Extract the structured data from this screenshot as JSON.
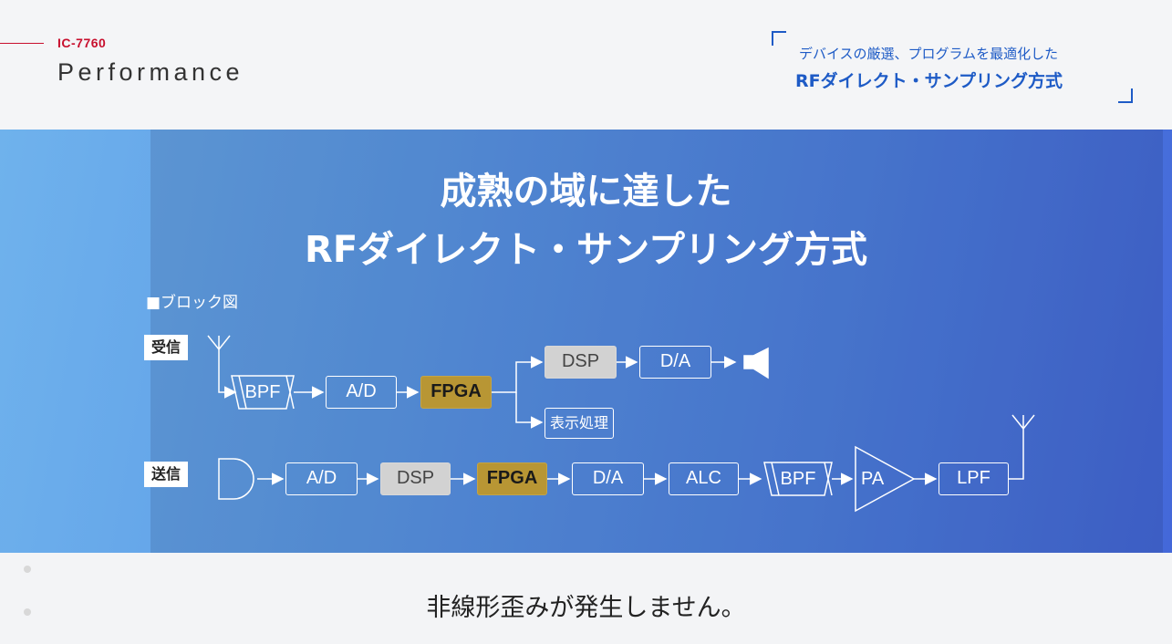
{
  "header": {
    "model": "IC-7760",
    "section": "Performance",
    "tagline_line1": "デバイスの厳選、プログラムを最適化した",
    "tagline_line2": "RFダイレクト・サンプリング方式"
  },
  "headline": {
    "line1": "成熟の域に達した",
    "line2": "RFダイレクト・サンプリング方式"
  },
  "diagram": {
    "title": "■ブロック図",
    "rx_label": "受信",
    "tx_label": "送信",
    "rx": {
      "bpf": "BPF",
      "ad": "A/D",
      "fpga": "FPGA",
      "dsp": "DSP",
      "da": "D/A",
      "display": "表示処理"
    },
    "tx": {
      "ad": "A/D",
      "dsp": "DSP",
      "fpga": "FPGA",
      "da": "D/A",
      "alc": "ALC",
      "bpf": "BPF",
      "pa": "PA",
      "lpf": "LPF"
    }
  },
  "caption": "非線形歪みが発生しません。",
  "colors": {
    "accent": "#c8102e",
    "brand_blue": "#1e5bc6",
    "fpga": "#b89634",
    "dsp": "#d2d2d2"
  }
}
